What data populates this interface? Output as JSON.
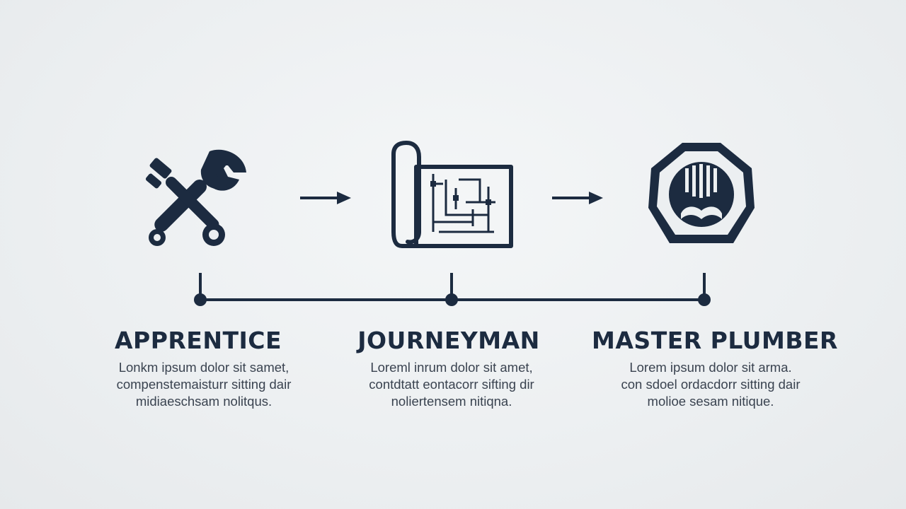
{
  "colors": {
    "ink": "#1c2b40",
    "background": "#eceff1",
    "body_text": "#3a4350"
  },
  "steps": [
    {
      "title": "APPRENTICE",
      "icon": "wrench-and-pipe-wrench-icon",
      "lines": [
        "Lonkm ipsum dolor sit samet,",
        "compenstemaisturr sitting dair",
        "midiaeschsam nolitqus."
      ]
    },
    {
      "title": "JOURNEYMAN",
      "icon": "blueprint-scroll-icon",
      "lines": [
        "Loreml inrum dolor sit amet,",
        "contdtatt eontacorr sifting dir",
        "noliertensem nitiqna."
      ]
    },
    {
      "title": "MASTER PLUMBER",
      "icon": "master-badge-icon",
      "lines": [
        "Lorem ipsum dolor sit arma.",
        "con sdoel ordacdorr sitting dair",
        "molioe sesam nitique."
      ]
    }
  ]
}
